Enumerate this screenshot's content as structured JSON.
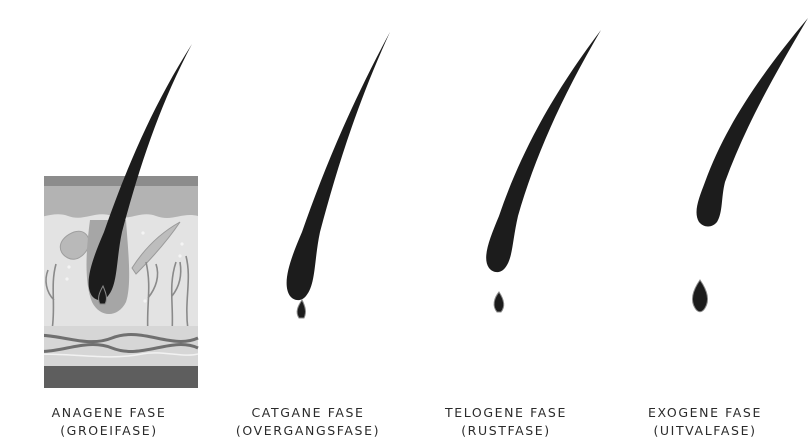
{
  "colors": {
    "background": "#ffffff",
    "top_band": "#8c8c8c",
    "epidermis": "#b3b3b3",
    "dermis": "#e3e3e3",
    "bottom_band": "#5e5e5e",
    "hair": "#1c1c1c",
    "follicle": "#a6a6a6",
    "gland": "#b9b9b9",
    "nerve": "#8a8a8a",
    "vessel": "#6f6f6f",
    "label": "#2b2b2b"
  },
  "stages": [
    {
      "id": "anagen",
      "title": "ANAGENE FASE",
      "subtitle": "(GROEIFASE)"
    },
    {
      "id": "catagen",
      "title": "CATGANE FASE",
      "subtitle": "(OVERGANGSFASE)"
    },
    {
      "id": "telogen",
      "title": "TELOGENE FASE",
      "subtitle": "(RUSTFASE)"
    },
    {
      "id": "exogen",
      "title": "EXOGENE FASE",
      "subtitle": "(UITVALFASE)"
    }
  ]
}
